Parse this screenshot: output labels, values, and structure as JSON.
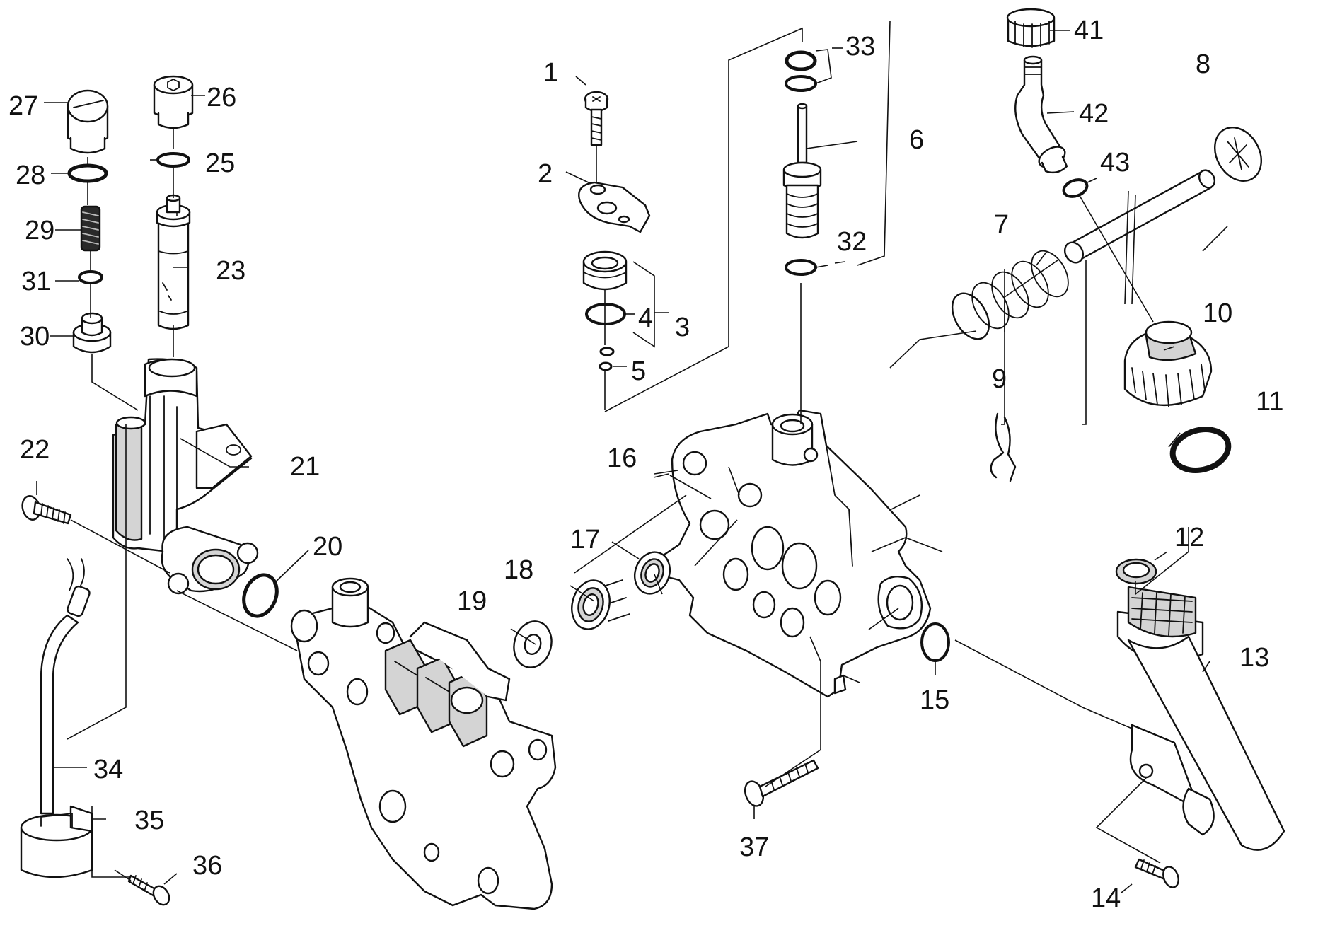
{
  "callouts": [
    {
      "id": "1",
      "text": "1"
    },
    {
      "id": "2",
      "text": "2"
    },
    {
      "id": "3",
      "text": "3"
    },
    {
      "id": "4",
      "text": "4"
    },
    {
      "id": "5",
      "text": "5"
    },
    {
      "id": "6",
      "text": "6"
    },
    {
      "id": "7",
      "text": "7"
    },
    {
      "id": "8",
      "text": "8"
    },
    {
      "id": "9",
      "text": "9"
    },
    {
      "id": "10",
      "text": "10"
    },
    {
      "id": "11",
      "text": "11"
    },
    {
      "id": "12",
      "text": "12"
    },
    {
      "id": "13",
      "text": "13"
    },
    {
      "id": "14",
      "text": "14"
    },
    {
      "id": "15",
      "text": "15"
    },
    {
      "id": "16",
      "text": "16"
    },
    {
      "id": "17",
      "text": "17"
    },
    {
      "id": "18",
      "text": "18"
    },
    {
      "id": "19",
      "text": "19"
    },
    {
      "id": "20",
      "text": "20"
    },
    {
      "id": "21",
      "text": "21"
    },
    {
      "id": "22",
      "text": "22"
    },
    {
      "id": "23",
      "text": "23"
    },
    {
      "id": "25",
      "text": "25"
    },
    {
      "id": "26",
      "text": "26"
    },
    {
      "id": "27",
      "text": "27"
    },
    {
      "id": "28",
      "text": "28"
    },
    {
      "id": "29",
      "text": "29"
    },
    {
      "id": "30",
      "text": "30"
    },
    {
      "id": "31",
      "text": "31"
    },
    {
      "id": "32",
      "text": "32"
    },
    {
      "id": "33",
      "text": "33"
    },
    {
      "id": "34",
      "text": "34"
    },
    {
      "id": "35",
      "text": "35"
    },
    {
      "id": "36",
      "text": "36"
    },
    {
      "id": "37",
      "text": "37"
    },
    {
      "id": "41",
      "text": "41"
    },
    {
      "id": "42",
      "text": "42"
    },
    {
      "id": "43",
      "text": "43"
    }
  ]
}
